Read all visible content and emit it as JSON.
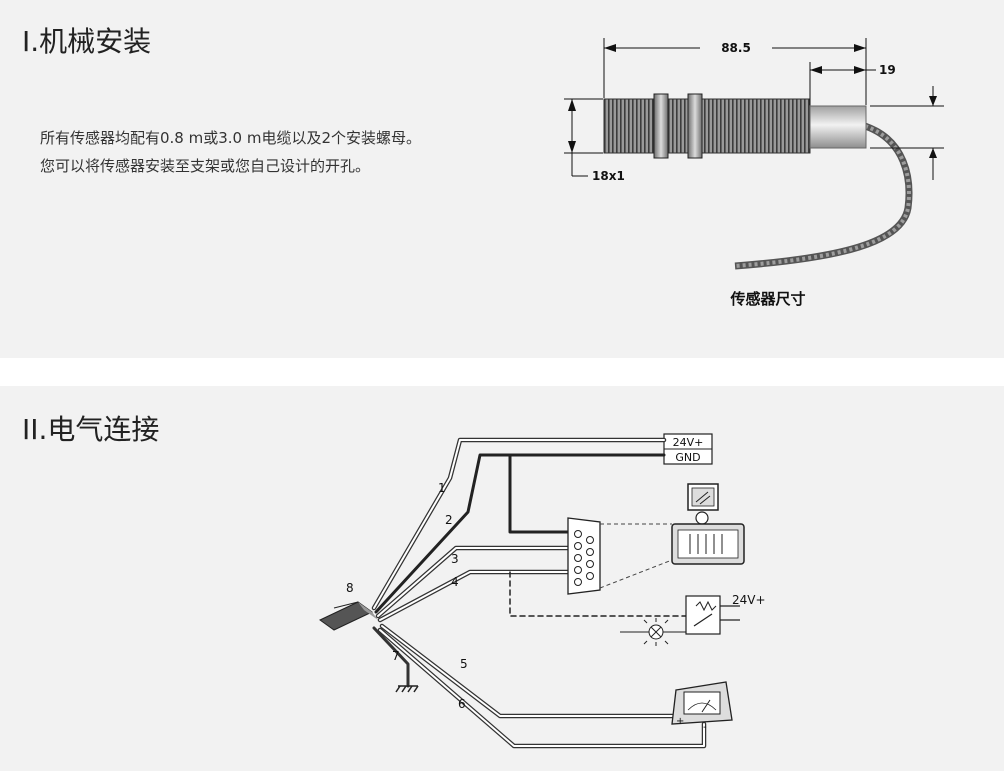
{
  "mechanical": {
    "title": "I.机械安装",
    "description": [
      "所有传感器均配有0.8 m或3.0 m电缆以及2个安装螺母。",
      "您可以将传感器安装至支架或您自己设计的开孔。"
    ],
    "diagram": {
      "length_label": "88.5",
      "cap_label": "19",
      "thread_label": "18x1",
      "caption": "传感器尺寸"
    }
  },
  "electrical": {
    "title": "II.电气连接",
    "diagram": {
      "power_label": "24V+",
      "ground_label": "GND",
      "relay_power_label": "24V+",
      "wire_numbers": [
        "1",
        "2",
        "3",
        "4",
        "5",
        "6",
        "7",
        "8"
      ]
    }
  }
}
